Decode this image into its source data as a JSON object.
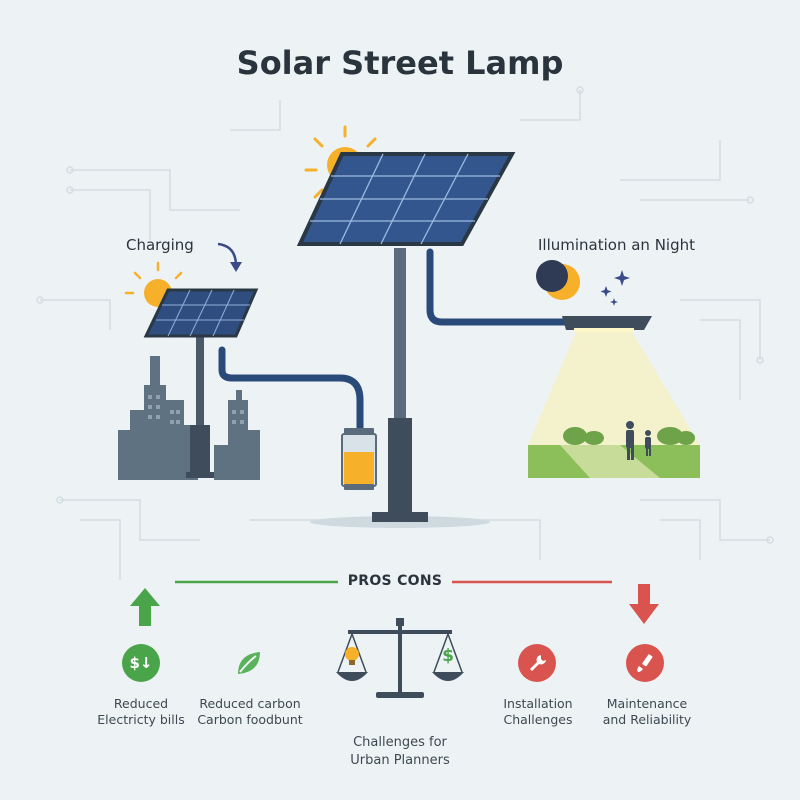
{
  "title": "Solar Street Lamp",
  "charging_label": "Charging",
  "illumination_label": "Illumination an Night",
  "pros_cons_label": "PROS CONS",
  "pros": [
    {
      "line1": "Reduced",
      "line2": "Electricty bills"
    },
    {
      "line1": "Reduced carbon",
      "line2": "Carbon foodbunt"
    }
  ],
  "cons": [
    {
      "line1": "Installation",
      "line2": "Challenges"
    },
    {
      "line1": "Maintenance",
      "line2": "and Reliability"
    }
  ],
  "center": {
    "line1": "Challenges for",
    "line2": "Urban Planners"
  },
  "dollar_glyph": "$↓",
  "dollar_small_glyph": "$",
  "colors": {
    "pro": "#4aa54a",
    "con": "#d9534f",
    "panel": "#3b5f9a",
    "pole": "#4a5a6b",
    "sun": "#f6b02a",
    "city": "#5f7282"
  }
}
